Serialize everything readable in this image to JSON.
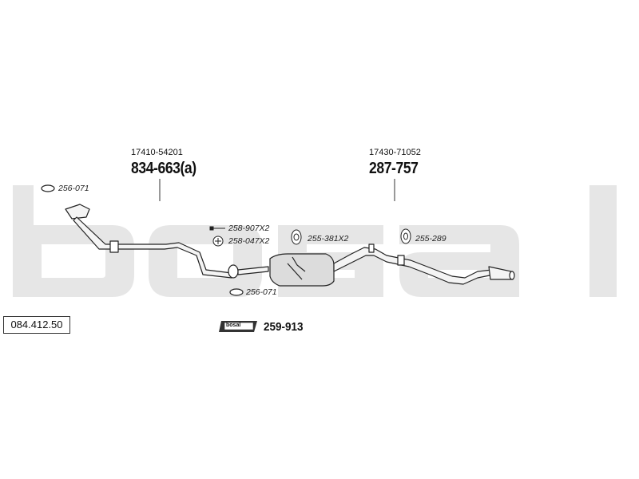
{
  "watermark": "bosal",
  "reference_code": "084.412.50",
  "front_section": {
    "oem_number": "17410-54201",
    "part_number": "834-663(a)"
  },
  "rear_section": {
    "oem_number": "17430-71052",
    "part_number": "287-757"
  },
  "accessories": [
    {
      "id": "gasket-left",
      "code": "256-071"
    },
    {
      "id": "bolt",
      "code": "258-907X2"
    },
    {
      "id": "spring",
      "code": "258-047X2"
    },
    {
      "id": "rubber-mount-middle",
      "code": "255-381X2"
    },
    {
      "id": "rubber-mount-rear",
      "code": "255-289"
    },
    {
      "id": "gasket-lower",
      "code": "256-071"
    }
  ],
  "mounting_kit": {
    "brand_badge": "bosal",
    "code": "259-913"
  },
  "colors": {
    "watermark": "#e6e6e6",
    "line": "#222222",
    "pipe_fill": "#f4f4f4",
    "muffler_fill": "#dcdcdc"
  }
}
